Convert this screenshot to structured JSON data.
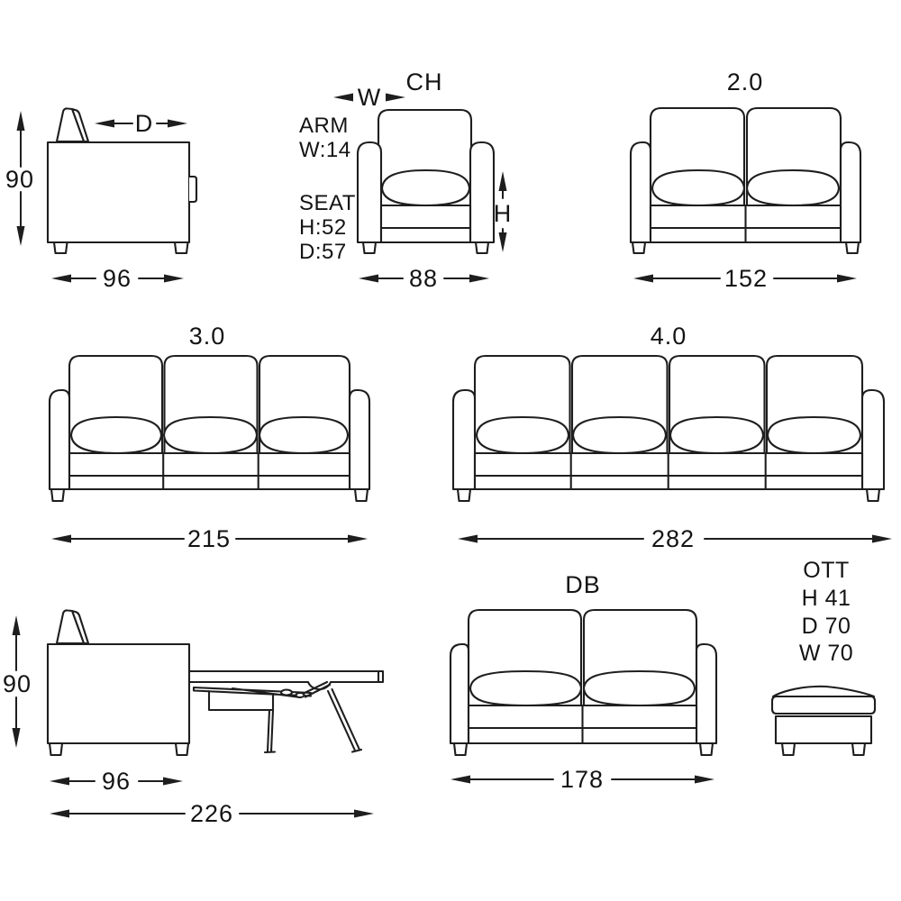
{
  "canvas": {
    "background": "#ffffff",
    "line_color": "#1e1e1e",
    "text_color": "#141414"
  },
  "side_view": {
    "depth_label": "D",
    "height": "90",
    "width": "96"
  },
  "armchair": {
    "title": "CH",
    "arm_width_label": "W",
    "seat_height_label": "H",
    "arm_line1": "ARM",
    "arm_line2": "W:14",
    "seat_line1": "SEAT",
    "seat_line2": "H:52",
    "seat_line3": "D:57",
    "width": "88"
  },
  "two_seater": {
    "title": "2.0",
    "width": "152"
  },
  "three_seater": {
    "title": "3.0",
    "width": "215"
  },
  "four_seater": {
    "title": "4.0",
    "width": "282"
  },
  "sofa_bed": {
    "height": "90",
    "seat_depth": "96",
    "extended_depth": "226"
  },
  "double_bed_sofa": {
    "title": "DB",
    "width": "178"
  },
  "ottoman": {
    "title": "OTT",
    "height": "H 41",
    "depth": "D 70",
    "width": "W 70"
  }
}
